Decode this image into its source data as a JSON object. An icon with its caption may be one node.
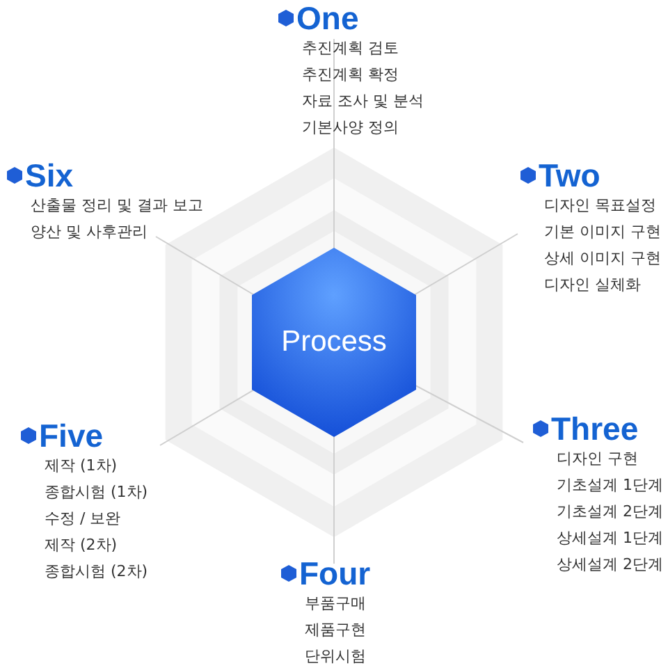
{
  "diagram": {
    "nodes": [
      {
        "text": [
          "Process"
        ]
      },
      {
        "text": [
          "One",
          "추진계획 검토",
          "추진계획 확정",
          "자료 조사 및 분석",
          "기본사양 정의"
        ]
      },
      {
        "text": [
          "Two",
          "디자인 목표설정",
          "기본 이미지 구현",
          "상세 이미지 구현",
          "디자인 실체화"
        ]
      },
      {
        "text": [
          "Three",
          "디자인 구현",
          "기초설계 1단계",
          "기초설계 2단계",
          "상세설계 1단계",
          "상세설계 2단계"
        ]
      },
      {
        "text": [
          "Four",
          "부품구매",
          "제품구현",
          "단위시험"
        ]
      },
      {
        "text": [
          "Five",
          "제작 (1차)",
          "종합시험 (1차)",
          "수정 / 보완",
          "제작 (2차)",
          "종합시험 (2차)"
        ]
      },
      {
        "text": [
          "Six",
          "산출물 정리 및 결과 보고",
          "양산 및 사후관리"
        ]
      }
    ]
  }
}
